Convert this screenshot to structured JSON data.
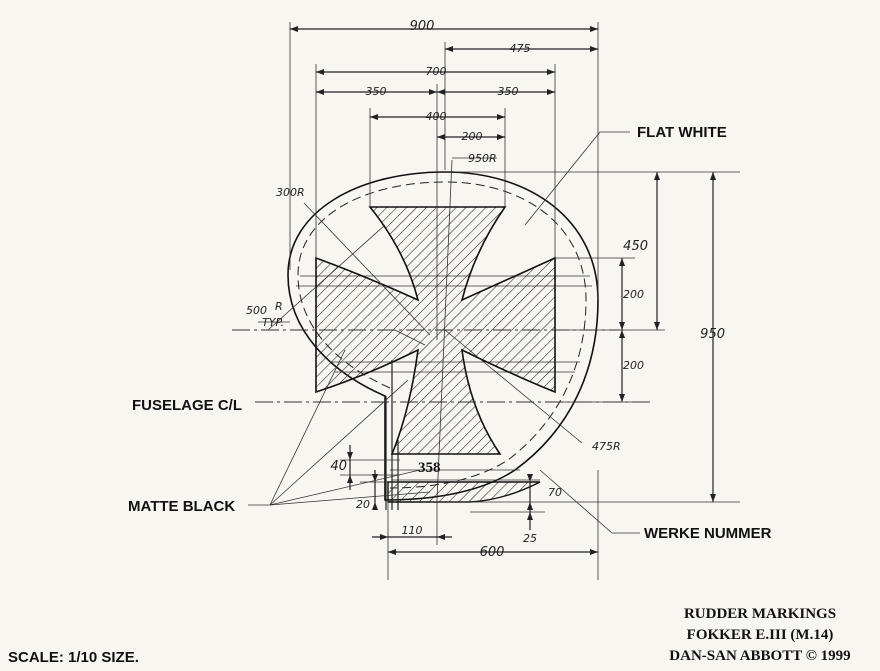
{
  "dimensions": {
    "width_900": "900",
    "width_475": "475",
    "width_700": "700",
    "left_350": "350",
    "right_350": "350",
    "width_400": "400",
    "width_200": "200",
    "radius_950": "950R",
    "radius_300": "300R",
    "radius_500": "500",
    "radius_500_r": "R",
    "typ": "TYP.",
    "height_450": "450",
    "height_200_upper": "200",
    "height_200_lower": "200",
    "height_950": "950",
    "radius_475": "475R",
    "height_40": "40",
    "height_20": "20",
    "height_70": "70",
    "width_110": "110",
    "height_25": "25",
    "width_600": "600"
  },
  "labels": {
    "flat_white": "FLAT WHITE",
    "fuselage_cl": "FUSELAGE  C/L",
    "matte_black": "MATTE BLACK",
    "werke_nummer": "WERKE  NUMMER",
    "serial_number": "358"
  },
  "title_block": {
    "line1": "RUDDER MARKINGS",
    "line2": "FOKKER  E.III  (M.14)",
    "line3": "DAN-SAN  ABBOTT © 1999"
  },
  "scale": "SCALE: 1/10 SIZE."
}
